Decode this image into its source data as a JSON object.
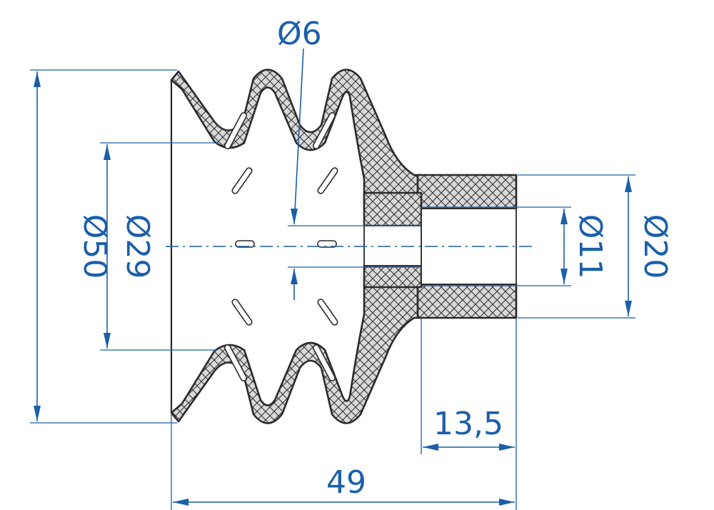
{
  "drawing": {
    "dimensions": {
      "d6": "Ø6",
      "d50": "Ø50",
      "d29": "Ø29",
      "d11": "Ø11",
      "d20": "Ø20",
      "l13_5": "13,5",
      "l49": "49"
    },
    "colors": {
      "dimension": "#1b5fa8",
      "outline": "#2a2a2a"
    }
  }
}
